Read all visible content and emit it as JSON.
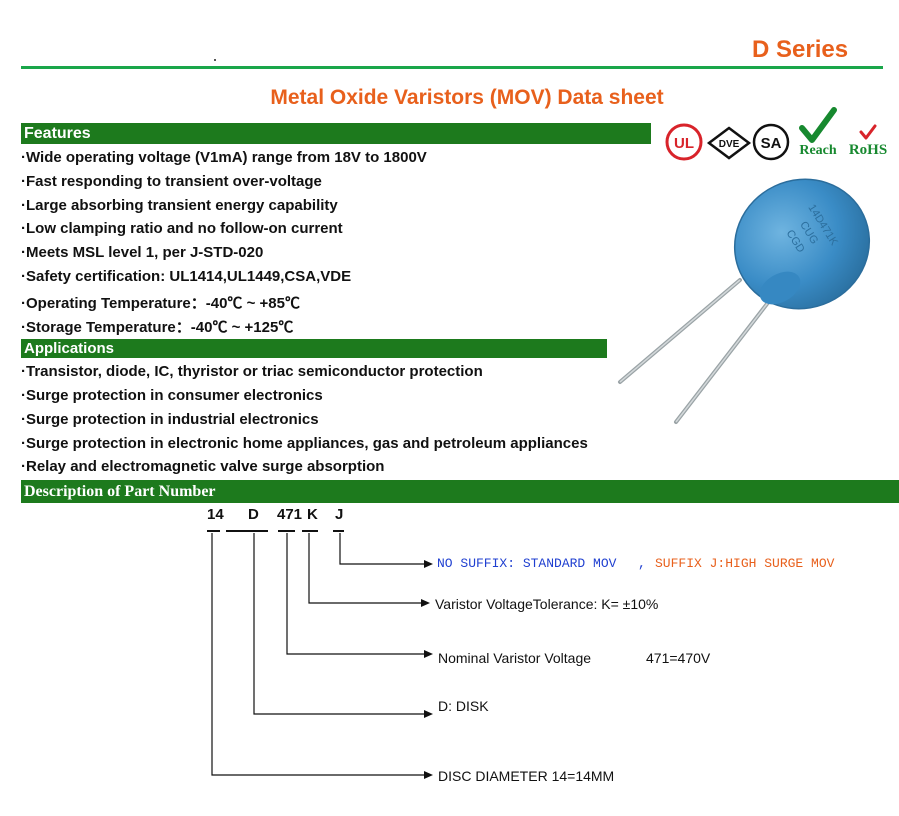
{
  "header": {
    "series": "D Series",
    "title": "Metal Oxide Varistors (MOV) Data sheet"
  },
  "features": {
    "heading": "Features",
    "items": [
      "·Wide operating voltage (V1mA) range from 18V to 1800V",
      "·Fast responding to transient over-voltage",
      "·Large absorbing transient energy capability",
      "·Low clamping ratio and no follow-on current",
      "·Meets MSL level 1, per J-STD-020",
      "·Safety certification: UL1414,UL1449,CSA,VDE",
      "·Operating Temperature：-40℃ ~ +85℃",
      "·Storage Temperature：-40℃ ~ +125℃"
    ]
  },
  "applications": {
    "heading": "Applications",
    "items": [
      "·Transistor, diode, IC, thyristor or triac semiconductor protection",
      "·Surge protection in consumer electronics",
      "·Surge protection in industrial electronics",
      "·Surge protection in electronic home appliances, gas and petroleum appliances",
      "·Relay and electromagnetic valve surge absorption"
    ]
  },
  "certifications": {
    "ul": "UL",
    "vde": "DVE",
    "csa": "SA",
    "reach": "Reach",
    "rohs": "RoHS"
  },
  "component_marking": [
    "14D471K",
    "CUG",
    "CGD"
  ],
  "part_number": {
    "heading": "Description of Part Number",
    "segments": [
      "14",
      "D",
      "471",
      "K",
      "J"
    ],
    "suffix_standard": "NO SUFFIX: STANDARD MOV",
    "suffix_separator": ",",
    "suffix_high_surge": "SUFFIX J:HIGH SURGE MOV",
    "tolerance": "Varistor VoltageTolerance: K= ±10%",
    "nominal_label": "Nominal Varistor Voltage",
    "nominal_value": "471=470V",
    "disk": "D: DISK",
    "diameter": "DISC DIAMETER 14=14MM"
  },
  "colors": {
    "accent_orange": "#e8601c",
    "section_green": "#1d7a1d",
    "rule_green": "#1aa64a",
    "varistor_blue": "#3b8ec9",
    "link_blue": "#1f3fd0"
  }
}
